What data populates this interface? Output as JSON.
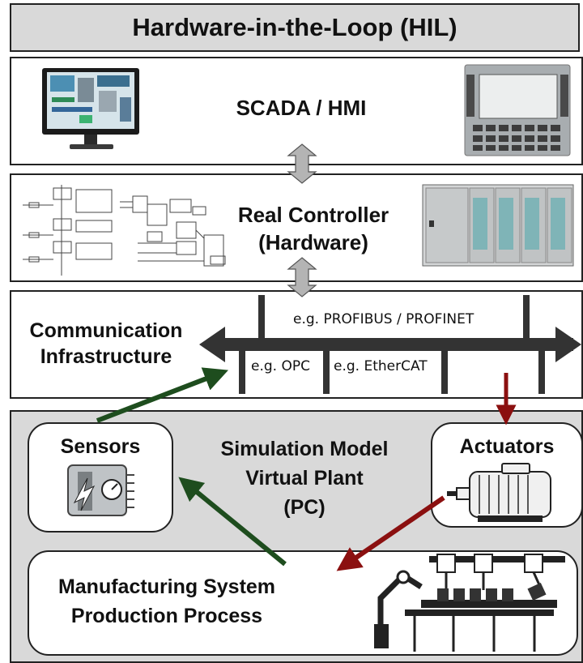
{
  "header": {
    "title": "Hardware-in-the-Loop (HIL)"
  },
  "scada": {
    "label": "SCADA / HMI"
  },
  "controller": {
    "line1": "Real Controller",
    "line2": "(Hardware)"
  },
  "communication": {
    "line1": "Communication",
    "line2": "Infrastructure",
    "bus_profibus": "e.g. PROFIBUS / PROFINET",
    "bus_opc": "e.g. OPC",
    "bus_ethercat": "e.g. EtherCAT"
  },
  "simulation": {
    "line1": "Simulation Model",
    "line2": "Virtual Plant",
    "line3": "(PC)",
    "sensors": "Sensors",
    "actuators": "Actuators",
    "manufacturing_line1": "Manufacturing System",
    "manufacturing_line2": "Production Process"
  },
  "colors": {
    "panel_gray": "#d9d9d9",
    "green_arrow": "#1e4d1e",
    "red_arrow": "#8b1010",
    "bus": "#333333"
  }
}
